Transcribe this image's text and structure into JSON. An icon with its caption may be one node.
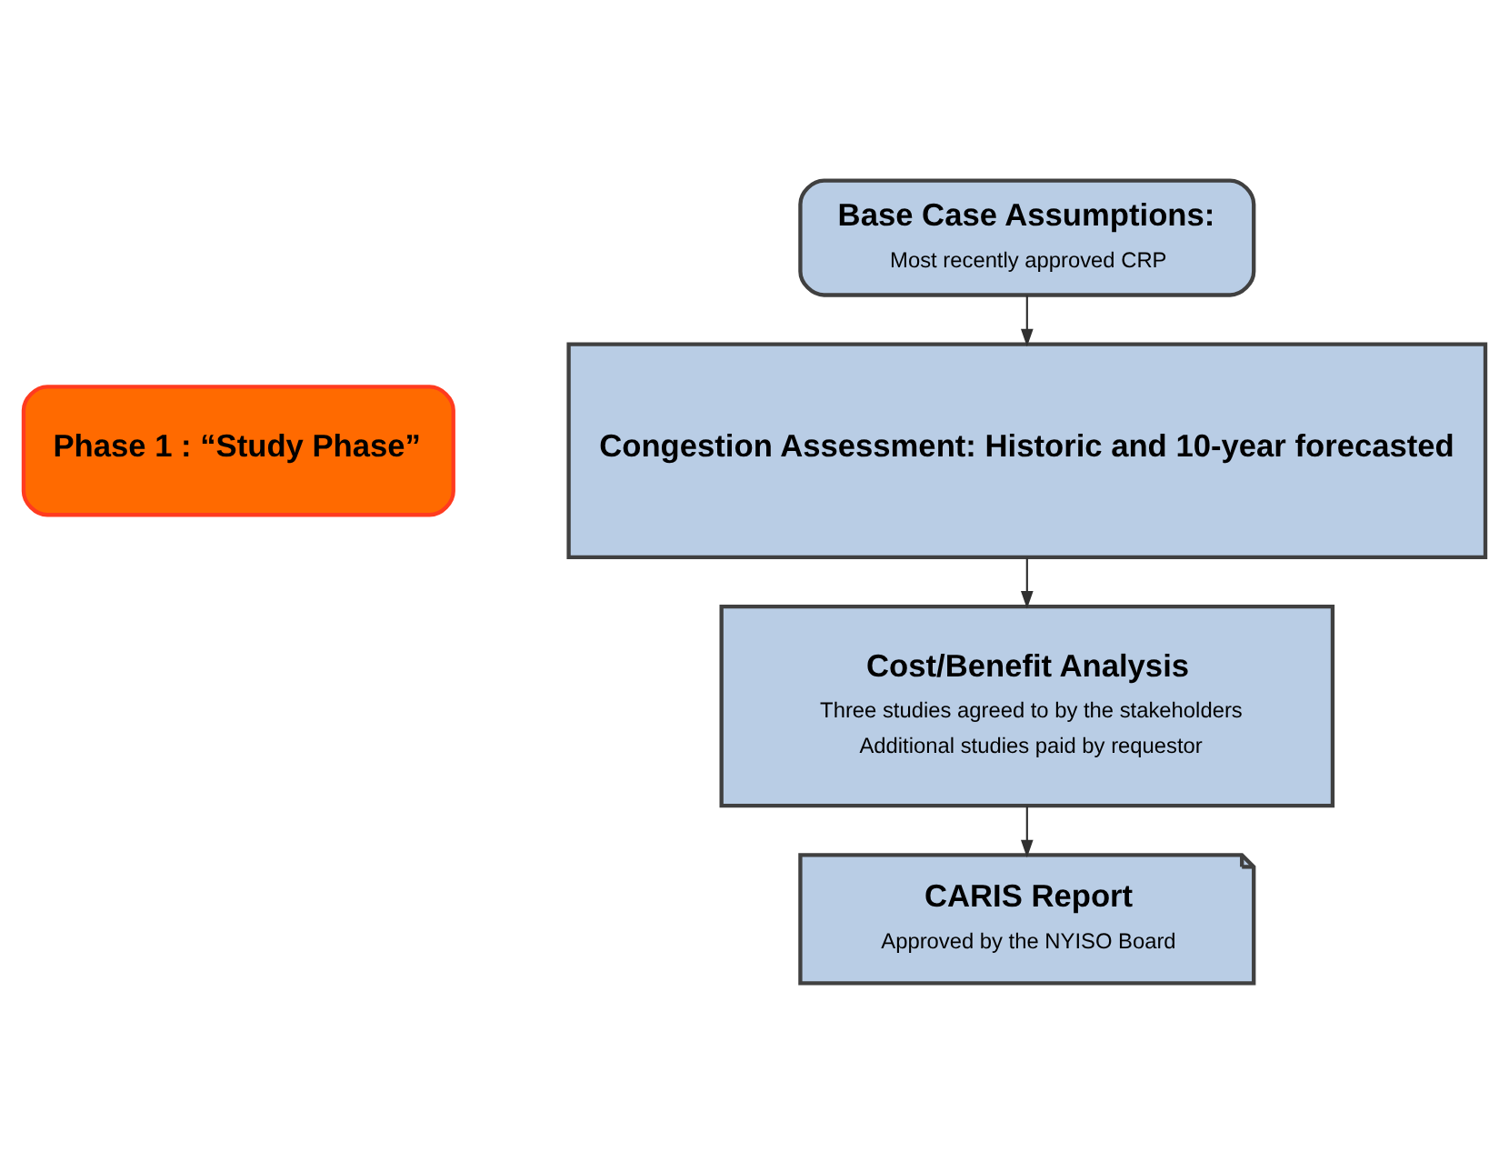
{
  "diagram": {
    "nodes": [
      {
        "text": [
          "Phase 1 : “Study Phase”"
        ]
      },
      {
        "text": [
          "Base Case Assumptions:",
          "Most recently approved CRP"
        ]
      },
      {
        "text": [
          "Congestion Assessment: Historic and 10-year forecasted"
        ]
      },
      {
        "text": [
          "Cost/Benefit Analysis",
          "Three studies agreed to by the stakeholders",
          "Additional studies paid by requestor"
        ]
      },
      {
        "text": [
          "CARIS Report",
          "Approved by the NYISO Board"
        ]
      }
    ],
    "edges": [
      {
        "from": 1,
        "to": 2,
        "arrow": "to"
      },
      {
        "from": 2,
        "to": 3,
        "arrow": "to"
      },
      {
        "from": 3,
        "to": 4,
        "arrow": "to"
      }
    ]
  }
}
